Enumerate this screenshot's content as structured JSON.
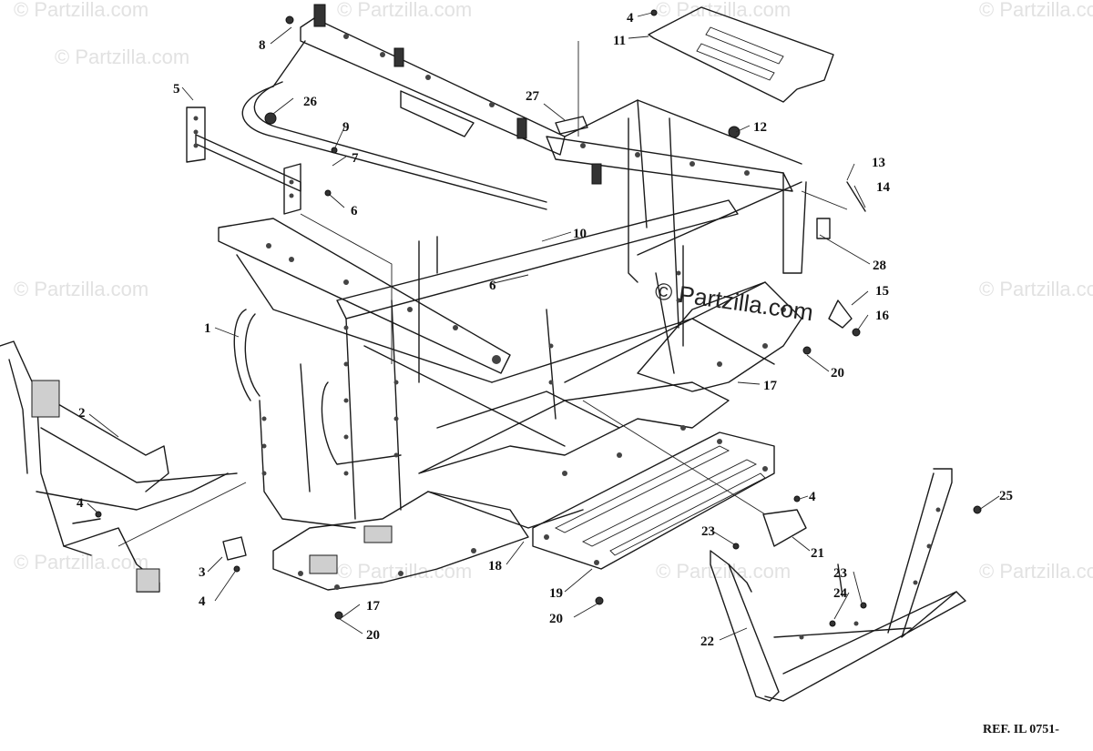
{
  "watermark": {
    "text": "© Partzilla.com",
    "center_text": "© Partzilla.com"
  },
  "reference": "REF. IL 0751-",
  "callouts": [
    "1",
    "2",
    "3",
    "4",
    "5",
    "6",
    "7",
    "8",
    "9",
    "10",
    "11",
    "12",
    "13",
    "14",
    "15",
    "16",
    "17",
    "18",
    "19",
    "20",
    "21",
    "22",
    "23",
    "24",
    "25",
    "26",
    "27",
    "28"
  ],
  "labels": {
    "c1": "1",
    "c2": "2",
    "c3": "3",
    "c4a": "4",
    "c4b": "4",
    "c4c": "4",
    "c4d": "4",
    "c5": "5",
    "c6a": "6",
    "c6b": "6",
    "c7": "7",
    "c8": "8",
    "c9": "9",
    "c10": "10",
    "c11": "11",
    "c12": "12",
    "c13": "13",
    "c14": "14",
    "c15": "15",
    "c16": "16",
    "c17a": "17",
    "c17b": "17",
    "c18": "18",
    "c19": "19",
    "c20a": "20",
    "c20b": "20",
    "c20c": "20",
    "c21": "21",
    "c22": "22",
    "c23a": "23",
    "c23b": "23",
    "c24": "24",
    "c25": "25",
    "c26": "26",
    "c27": "27",
    "c28": "28"
  }
}
